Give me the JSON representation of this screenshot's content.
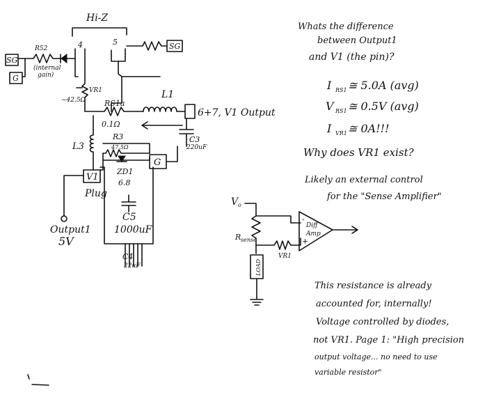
{
  "schematic": {
    "title": "Hi-Z",
    "pin4": "4",
    "pin5": "5",
    "sg1": "SG",
    "sg2": "SG",
    "g1": "G",
    "g2": "G",
    "r52": "R52",
    "r52_note1": "(internal",
    "r52_note2": "gain)",
    "vr1": "VR1",
    "vr1_val": "~42.5Ω",
    "rs1a": "RS1a",
    "rs1a_val": "0.1Ω",
    "l1": "L1",
    "l3": "L3",
    "c3": "C3",
    "c3_val": "220uF",
    "r3": "R3",
    "r3_val": "47.5Ω",
    "zd1": "ZD1",
    "zd1_val": "6.8",
    "v1": "V1",
    "plug": "Plug",
    "output_label": "6+7, V1 Output",
    "output1": "Output1",
    "output1_val": "5V",
    "c5": "C5",
    "c5_val": "1000uF",
    "c4": "C4",
    "c4_val": "22uF"
  },
  "notes": {
    "question_line1": "Whats the difference",
    "question_line2": "between Output1",
    "question_line3": "and V1 (the pin)?",
    "eq1_lhs": "I",
    "eq1_sub": "RS1",
    "eq1_rhs": "≅ 5.0A (avg)",
    "eq2_lhs": "V",
    "eq2_sub": "RS1",
    "eq2_rhs": "≅ 0.5V (avg)",
    "eq3_lhs": "I",
    "eq3_sub": "VR1",
    "eq3_rhs": "≅ 0A!!!",
    "why_vr1": "Why does VR1 exist?",
    "likely_line1": "Likely an external control",
    "likely_line2": "for the \"Sense Amplifier\"",
    "resistance_line1": "This resistance is already",
    "resistance_line2": "accounted for, internally!",
    "resistance_line3": "Voltage controlled by diodes,",
    "resistance_line4": "not VR1. Page 1: \"High precision",
    "resistance_line5": "output voltage... no need to use",
    "resistance_line6": "variable resistor\""
  },
  "amp_diagram": {
    "vo": "V",
    "vo_sub": "o",
    "rsense": "R",
    "rsense_sub": "sense",
    "vr1": "VR1",
    "diff_amp_line1": "Diff",
    "diff_amp_line2": "Amp",
    "minus": "-",
    "plus": "+",
    "load": "LOAD"
  }
}
